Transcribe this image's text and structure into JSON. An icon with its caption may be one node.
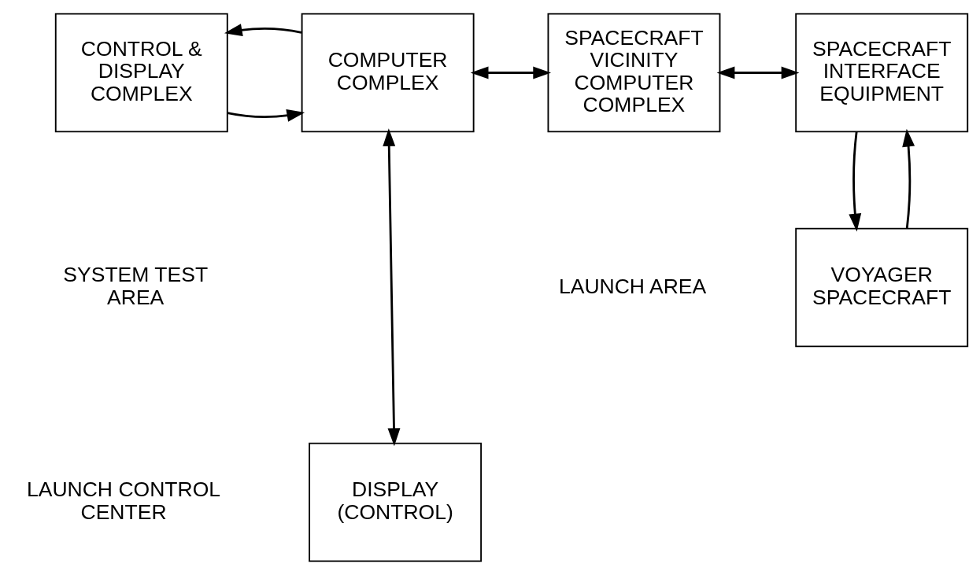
{
  "diagram": {
    "nodes": [
      {
        "text": [
          "CONTROL & DISPLAY COMPLEX"
        ]
      },
      {
        "text": [
          "COMPUTER COMPLEX"
        ]
      },
      {
        "text": [
          "SPACECRAFT VICINITY COMPUTER COMPLEX"
        ]
      },
      {
        "text": [
          "SPACECRAFT INTERFACE EQUIPMENT"
        ]
      },
      {
        "text": [
          "VOYAGER SPACECRAFT"
        ]
      },
      {
        "text": [
          "DISPLAY (CONTROL)"
        ]
      }
    ],
    "edges": [
      {
        "from": 0,
        "to": 1,
        "arrow": "to"
      },
      {
        "from": 1,
        "to": 0,
        "arrow": "to"
      },
      {
        "from": 1,
        "to": 2,
        "arrow": "both"
      },
      {
        "from": 2,
        "to": 3,
        "arrow": "both"
      },
      {
        "from": 3,
        "to": 4,
        "arrow": "to"
      },
      {
        "from": 4,
        "to": 3,
        "arrow": "to"
      },
      {
        "from": 1,
        "to": 5,
        "arrow": "both"
      }
    ],
    "labels": [
      "SYSTEM TEST AREA",
      "LAUNCH AREA",
      "LAUNCH CONTROL CENTER"
    ]
  }
}
